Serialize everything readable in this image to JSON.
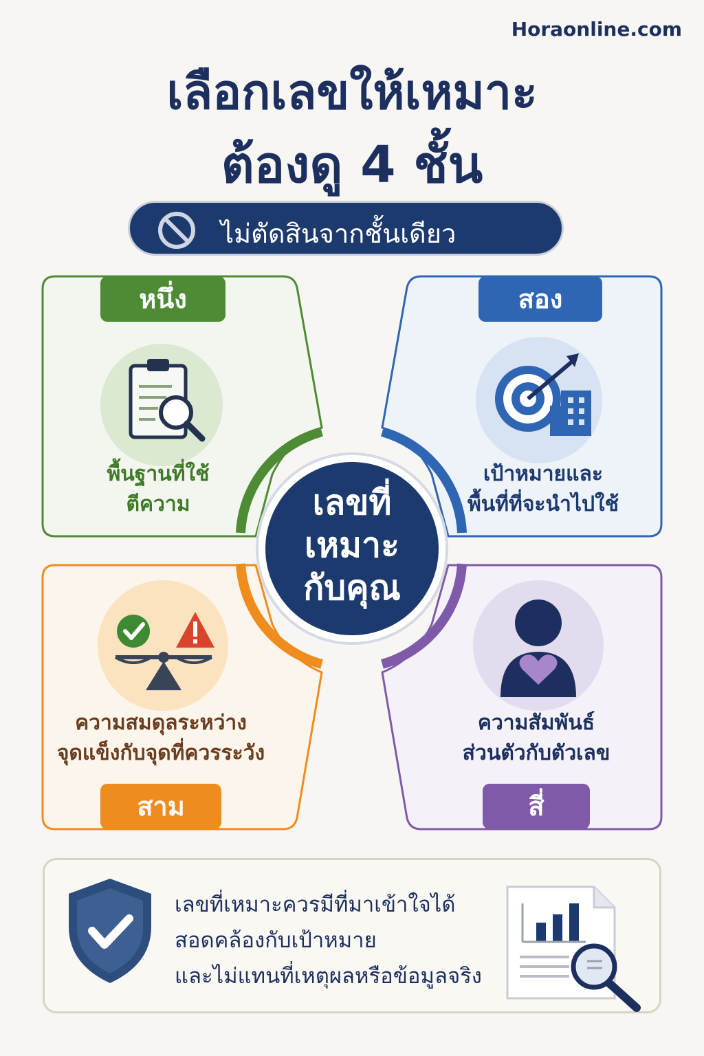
{
  "site": "Horaonline.com",
  "title": {
    "line1": "เลือกเลขให้เหมาะ",
    "line2": "ต้องดู 4 ชั้น"
  },
  "banner": {
    "icon": "prohibited-icon",
    "text": "ไม่ตัดสินจากชั้นเดียว"
  },
  "center": {
    "line1": "เลขที่",
    "line2": "เหมาะ",
    "line3": "กับคุณ"
  },
  "quadrants": [
    {
      "badge": "หนึ่ง",
      "icon": "clipboard-magnifier-icon",
      "line1": "พื้นฐานที่ใช้",
      "line2": "ตีความ",
      "color": "#4e8b35"
    },
    {
      "badge": "สอง",
      "icon": "target-building-icon",
      "line1": "เป้าหมายและ",
      "line2": "พื้นที่ที่จะนำไปใช้",
      "color": "#2f66b3"
    },
    {
      "badge": "สาม",
      "icon": "balance-scale-icon",
      "line1": "ความสมดุลระหว่าง",
      "line2": "จุดแข็งกับจุดที่ควรระวัง",
      "color": "#ee8c1e"
    },
    {
      "badge": "สี่",
      "icon": "person-heart-icon",
      "line1": "ความสัมพันธ์",
      "line2": "ส่วนตัวกับตัวเลข",
      "color": "#7f5aa8"
    }
  ],
  "footer": {
    "line1": "เลขที่เหมาะควรมีที่มาเข้าใจได้",
    "line2": "สอดคล้องกับเป้าหมาย",
    "line3": "และไม่แทนที่เหตุผลหรือข้อมูลจริง",
    "left_icon": "shield-check-icon",
    "right_icon": "report-magnifier-icon"
  }
}
